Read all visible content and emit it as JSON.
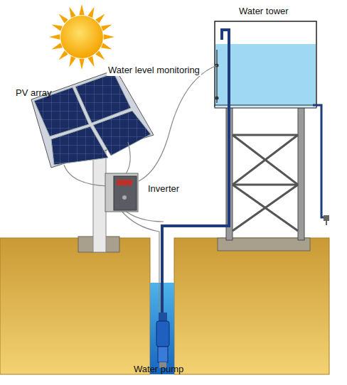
{
  "diagram": {
    "labels": [
      "Water tower",
      "Water level monitoring",
      "PV array",
      "Inverter",
      "Water pump"
    ]
  }
}
